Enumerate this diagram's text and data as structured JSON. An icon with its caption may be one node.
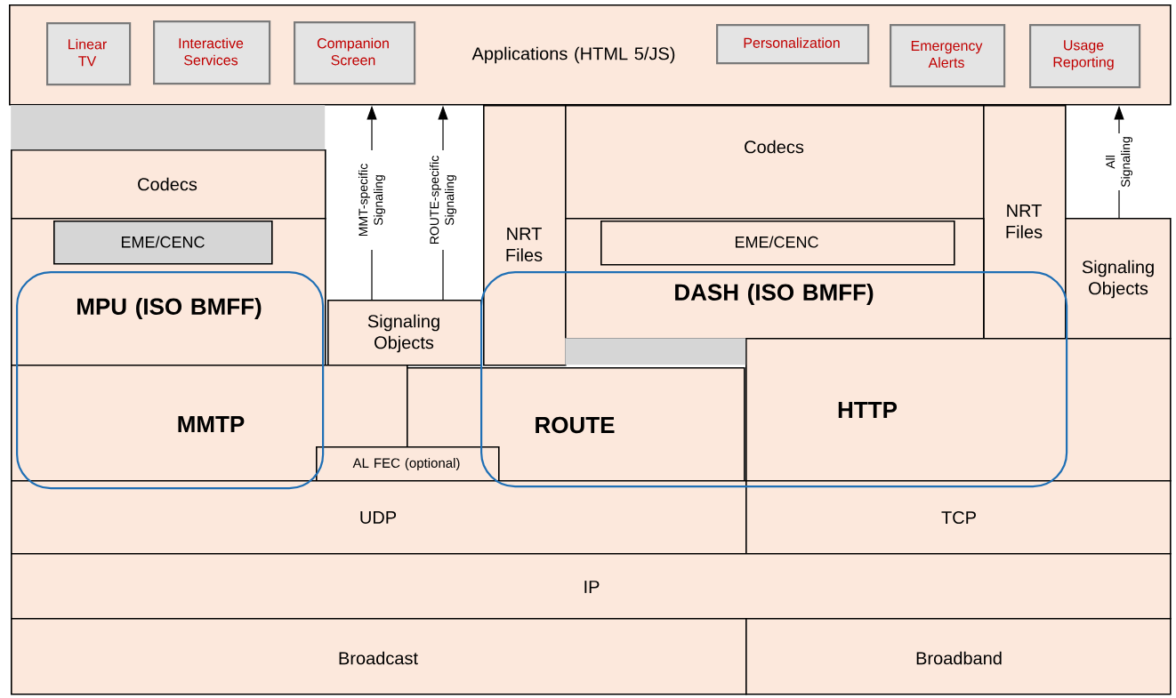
{
  "diagram": {
    "nodes": [
      {
        "text": [
          "Applications (HTML 5/JS)"
        ]
      },
      {
        "text": [
          "Linear TV"
        ],
        "in": 0
      },
      {
        "text": [
          "Interactive Services"
        ],
        "in": 0
      },
      {
        "text": [
          "Companion Screen"
        ],
        "in": 0
      },
      {
        "text": [
          "Personalization"
        ],
        "in": 0
      },
      {
        "text": [
          "Emergency Alerts"
        ],
        "in": 0
      },
      {
        "text": [
          "Usage Reporting"
        ],
        "in": 0
      },
      {
        "text": [
          "Codecs"
        ]
      },
      {
        "text": [
          "NRT Files"
        ]
      },
      {
        "text": [
          "Codecs"
        ]
      },
      {
        "text": [
          "NRT Files"
        ]
      },
      {
        "text": [
          "MPU (ISO BMFF)"
        ]
      },
      {
        "text": [
          "EME/CENC"
        ],
        "in": 11
      },
      {
        "text": [
          "DASH (ISO BMFF)"
        ]
      },
      {
        "text": [
          "EME/CENC"
        ],
        "in": 13
      },
      {
        "text": [
          "Signaling Objects"
        ]
      },
      {
        "text": [
          "Signaling Objects"
        ]
      },
      {
        "text": [
          "HTTP"
        ]
      },
      {
        "text": [
          "MMTP"
        ]
      },
      {
        "text": [
          "ROUTE"
        ]
      },
      {
        "text": [
          "AL FEC (optional)"
        ]
      },
      {
        "text": [
          "UDP"
        ]
      },
      {
        "text": [
          "TCP"
        ]
      },
      {
        "text": [
          "IP"
        ]
      },
      {
        "text": [
          "Broadcast"
        ]
      },
      {
        "text": [
          "Broadband"
        ]
      },
      {
        "text": [],
        "shape": "box"
      },
      {
        "text": [],
        "shape": "box"
      },
      {
        "text": [],
        "shape": "bar"
      },
      {
        "text": [],
        "shape": "bar",
        "in": 27
      }
    ],
    "edges": [
      {
        "from": 16,
        "to": 0,
        "arrow": "to",
        "label": "MMT-specific Signaling"
      },
      {
        "from": 16,
        "to": 0,
        "arrow": "to",
        "label": "ROUTE-specific Signaling"
      },
      {
        "from": 15,
        "to": 0,
        "arrow": "to",
        "label": "All Signaling"
      }
    ]
  }
}
